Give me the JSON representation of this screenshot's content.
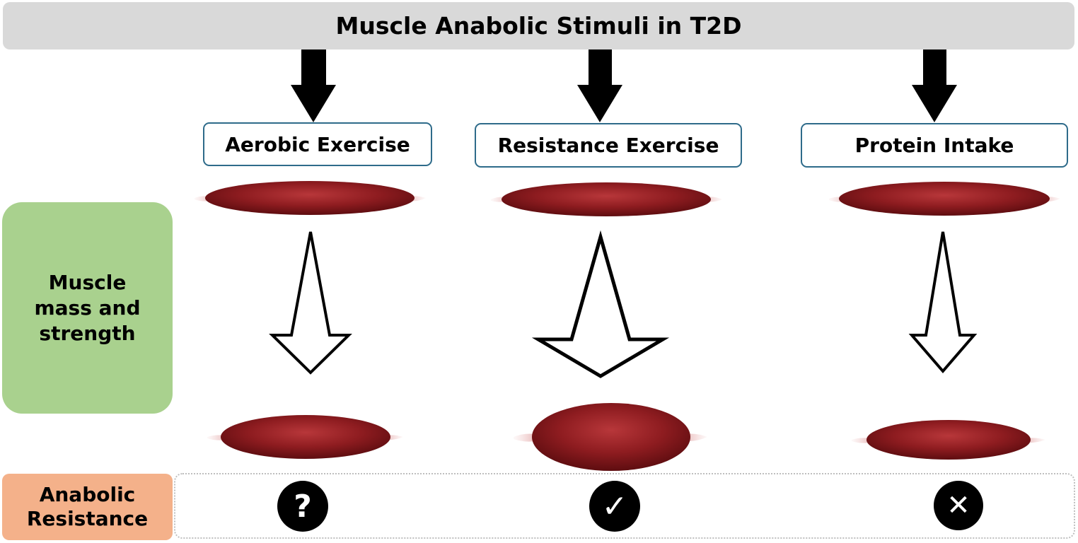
{
  "title": "Muscle Anabolic Stimuli in T2D",
  "stimuli": [
    {
      "label": "Aerobic Exercise"
    },
    {
      "label": "Resistance Exercise"
    },
    {
      "label": "Protein Intake"
    }
  ],
  "row_labels": {
    "mass_line1": "Muscle",
    "mass_line2": "mass and",
    "mass_line3": "strength",
    "resistance_line1": "Anabolic",
    "resistance_line2": "Resistance"
  },
  "outcomes": [
    {
      "symbol": "?",
      "meaning": "uncertain"
    },
    {
      "symbol": "✓",
      "meaning": "check"
    },
    {
      "symbol": "✕",
      "meaning": "cross"
    }
  ],
  "colors": {
    "title_bg": "#d9d9d9",
    "box_border": "#2e6b8a",
    "mass_bg": "#a9d18e",
    "resistance_bg": "#f4b18a",
    "muscle": "#8b1a1a"
  }
}
